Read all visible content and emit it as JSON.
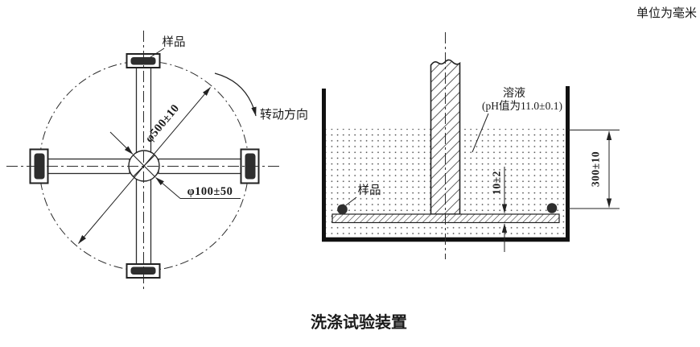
{
  "drawing": {
    "units_note": "单位为毫米",
    "caption": "洗涤试验装置",
    "colors": {
      "ink": "#222222",
      "paper": "#ffffff",
      "sample_fill": "#2e2e2e"
    }
  },
  "rotor_view": {
    "sample_label": "样品",
    "swing_diameter": "φ500±10",
    "hub_diameter": "φ100±50",
    "rotation_direction_label": "转动方向"
  },
  "tank_view": {
    "solution_label": "溶液",
    "solution_ph_note": "(pH值为11.0±0.1)",
    "sample_label": "样品",
    "plate_thickness": "10±2",
    "immersion_depth": "300±10"
  }
}
